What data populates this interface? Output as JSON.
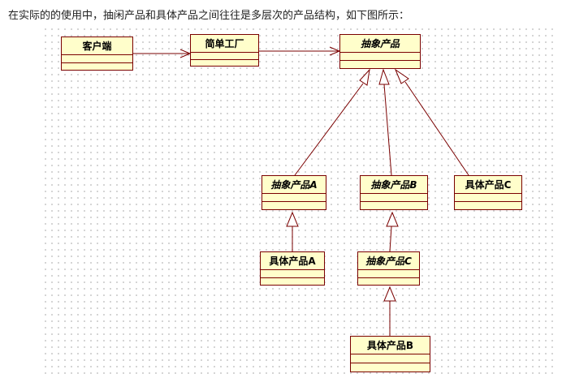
{
  "intro_text": "在实际的的使用中，抽闲产品和具体产品之间往往是多层次的产品结构，如下图所示：",
  "colors": {
    "border": "#7a0000",
    "fill": "#fffecb",
    "grid_dot": "#c7c7c7"
  },
  "classes": {
    "client": {
      "name": "客户端"
    },
    "factory": {
      "name": "简单工厂"
    },
    "abstract_product": {
      "name": "抽象产品"
    },
    "abstract_product_a": {
      "name": "抽象产品A"
    },
    "abstract_product_b": {
      "name": "抽象产品B"
    },
    "concrete_product_c": {
      "name": "具体产品C"
    },
    "concrete_product_a": {
      "name": "具体产品A"
    },
    "abstract_product_c": {
      "name": "抽象产品C"
    },
    "concrete_product_b": {
      "name": "具体产品B"
    }
  }
}
